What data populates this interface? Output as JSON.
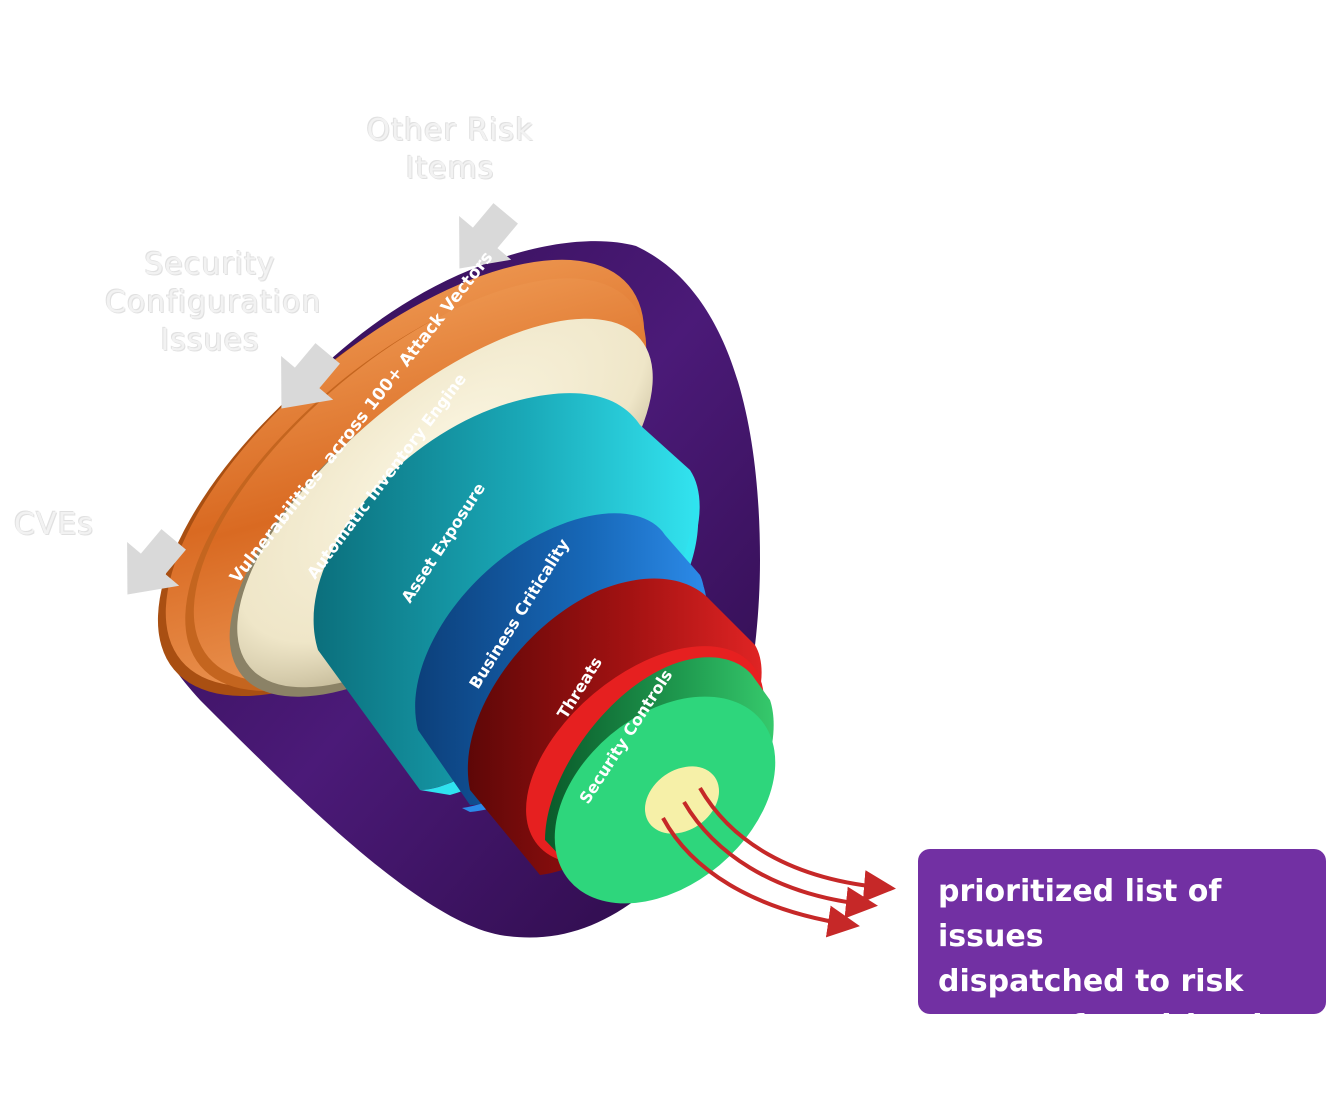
{
  "colors": {
    "funnel_shell": "#4b1a78",
    "vulnerabilities_band": "#e8823a",
    "inventory_band": "#efe6c8",
    "asset_exposure_band": "#22c9d6",
    "business_criticality_band": "#1f7fd6",
    "threats_band": "#cf1b1b",
    "security_controls_band": "#2ed67c",
    "output_hole": "#f6f0a8",
    "output_arrows": "#c62828",
    "input_arrows": "#d9d9d9",
    "output_box": "#7230a3"
  },
  "inputs": [
    {
      "label": "Other Risk\nItems",
      "icon": "input-arrow"
    },
    {
      "label": "Security\nConfiguration\nIssues",
      "icon": "input-arrow"
    },
    {
      "label": "CVEs",
      "icon": "input-arrow"
    }
  ],
  "funnel_layers": [
    {
      "label": "Vulnerabilities  across 100+ Attack Vectors"
    },
    {
      "label": "Automatic Inventory Engine"
    },
    {
      "label": "Asset Exposure"
    },
    {
      "label": "Business Criticality"
    },
    {
      "label": "Threats"
    },
    {
      "label": "Security Controls"
    }
  ],
  "output": {
    "label": "prioritized list of issues\ndispatched to risk\nowners for mitigation",
    "icon": "output-arrows"
  }
}
